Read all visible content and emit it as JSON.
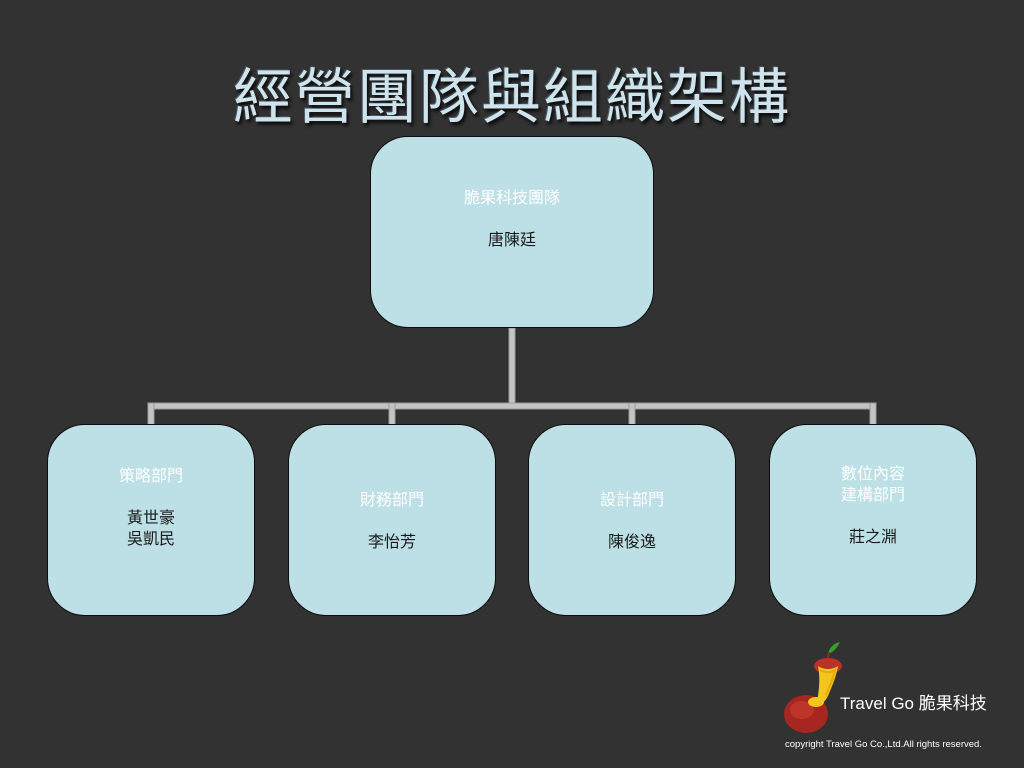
{
  "slide": {
    "title": "經營團隊與組織架構"
  },
  "org_chart": {
    "root": {
      "unit": "脆果科技團隊",
      "person": "唐陳廷"
    },
    "departments": [
      {
        "unit": "策略部門",
        "person": "黃世豪\n吳凱民"
      },
      {
        "unit": "財務部門",
        "person": "李怡芳"
      },
      {
        "unit": "設計部門",
        "person": "陳俊逸"
      },
      {
        "unit": "數位內容\n建構部門",
        "person": "莊之淵"
      }
    ]
  },
  "footer": {
    "brand": "Travel Go 脆果科技",
    "copyright": "copyright Travel Go Co.,Ltd.All rights reserved.",
    "logo_icon": "apple-core-icon"
  },
  "colors": {
    "background": "#323232",
    "box_fill": "#bde0e6",
    "connector": "#c8c8c8",
    "title": "#cfe3ec"
  }
}
